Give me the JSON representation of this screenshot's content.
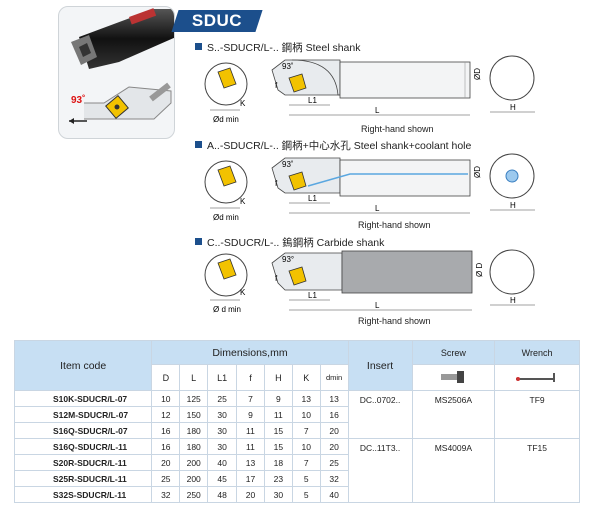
{
  "brand": "SDUC",
  "hero": {
    "angle": "93˚"
  },
  "sections": [
    {
      "title": "S..-SDUCR/L-..  鋼柄 Steel shank",
      "caption": "Right-hand shown"
    },
    {
      "title": "A..-SDUCR/L-..  鋼柄+中心水孔 Steel shank+coolant hole",
      "caption": "Right-hand shown"
    },
    {
      "title": "C..-SDUCR/L-..  鎢鋼柄  Carbide shank",
      "caption": "Right-hand shown"
    }
  ],
  "labels": {
    "d_min": "Ød min",
    "d_min_c": "Ø d min",
    "K": "K",
    "f": "f",
    "angle1": "93˚",
    "angle3": "93°",
    "L1": "L1",
    "L": "L",
    "D": "ØD",
    "D_c": "Ø D",
    "H": "H"
  },
  "table": {
    "item_code": "Item code",
    "dimensions": "Dimensions,mm",
    "insert": "Insert",
    "screw": "Screw",
    "wrench": "Wrench",
    "columns": [
      "D",
      "L",
      "L1",
      "f",
      "H",
      "K",
      "dmin"
    ],
    "rows": [
      {
        "code": "S10K-SDUCR/L-07",
        "vals": [
          "10",
          "125",
          "25",
          "7",
          "9",
          "13",
          "13"
        ]
      },
      {
        "code": "S12M-SDUCR/L-07",
        "vals": [
          "12",
          "150",
          "30",
          "9",
          "11",
          "10",
          "16"
        ]
      },
      {
        "code": "S16Q-SDUCR/L-07",
        "vals": [
          "16",
          "180",
          "30",
          "11",
          "15",
          "7",
          "20"
        ]
      },
      {
        "code": "S16Q-SDUCR/L-11",
        "vals": [
          "16",
          "180",
          "30",
          "11",
          "15",
          "10",
          "20"
        ]
      },
      {
        "code": "S20R-SDUCR/L-11",
        "vals": [
          "20",
          "200",
          "40",
          "13",
          "18",
          "7",
          "25"
        ]
      },
      {
        "code": "S25R-SDUCR/L-11",
        "vals": [
          "25",
          "200",
          "45",
          "17",
          "23",
          "5",
          "32"
        ]
      },
      {
        "code": "S32S-SDUCR/L-11",
        "vals": [
          "32",
          "250",
          "48",
          "20",
          "30",
          "5",
          "40"
        ]
      }
    ],
    "groups": [
      {
        "insert": "DC..0702..",
        "screw": "MS2506A",
        "wrench": "TF9"
      },
      {
        "insert": "DC..11T3..",
        "screw": "MS4009A",
        "wrench": "TF15"
      }
    ]
  }
}
